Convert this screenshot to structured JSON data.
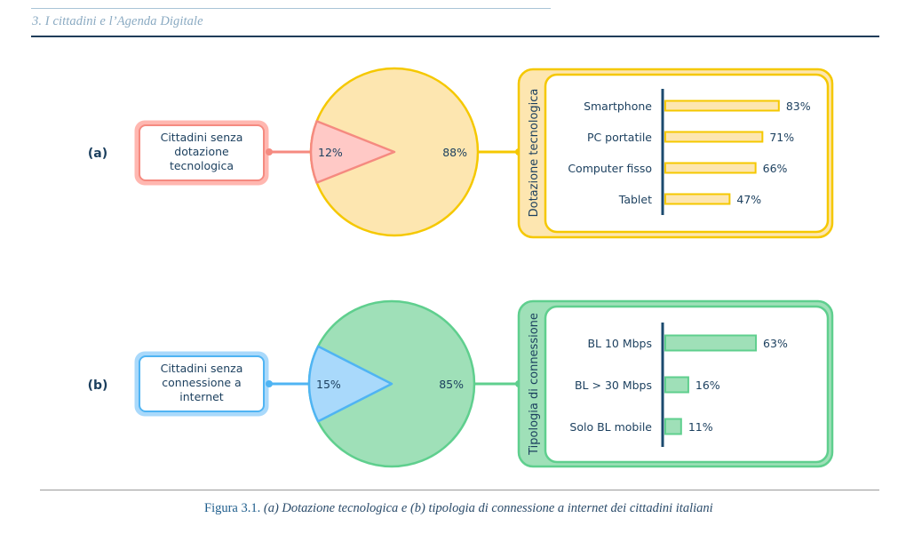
{
  "header": {
    "section_title": "3. I cittadini e l’Agenda Digitale"
  },
  "caption": {
    "label": "Figura 3.1.",
    "text": "(a) Dotazione tecnologica e (b) tipologia di connessione a internet dei cittadini italiani"
  },
  "colors": {
    "text_dark": "#1b3f5e",
    "axis": "#1b4a6e",
    "a_accent": "#f5c800",
    "a_fill": "#fde6b0",
    "a_small_border": "#f58a80",
    "a_small_fill": "#ffc9c6",
    "b_accent": "#5fcf8e",
    "b_fill": "#9fe0b8",
    "b_small_border": "#4fb4f3",
    "b_small_fill": "#a9d9fb"
  },
  "chart_data": [
    {
      "id": "a",
      "panel_label": "(a)",
      "type": "pie",
      "title": "",
      "callout_label": "Cittadini senza dotazione tecnologica",
      "callout_lines": [
        "Cittadini senza",
        "dotazione",
        "tecnologica"
      ],
      "slices": [
        {
          "name": "Cittadini senza dotazione tecnologica",
          "value": 12,
          "label": "12%"
        },
        {
          "name": "Dotazione tecnologica",
          "value": 88,
          "label": "88%"
        }
      ],
      "breakdown": {
        "type": "bar",
        "orientation": "horizontal",
        "title": "Dotazione tecnologica",
        "categories": [
          "Smartphone",
          "PC portatile",
          "Computer fisso",
          "Tablet"
        ],
        "values": [
          83,
          71,
          66,
          47
        ],
        "value_labels": [
          "83%",
          "71%",
          "66%",
          "47%"
        ],
        "unit": "%",
        "xlim": [
          0,
          100
        ]
      }
    },
    {
      "id": "b",
      "panel_label": "(b)",
      "type": "pie",
      "title": "",
      "callout_label": "Cittadini senza connessione a internet",
      "callout_lines": [
        "Cittadini senza",
        "connessione a",
        "internet"
      ],
      "slices": [
        {
          "name": "Cittadini senza connessione a internet",
          "value": 15,
          "label": "15%"
        },
        {
          "name": "Tipologia di connessione",
          "value": 85,
          "label": "85%"
        }
      ],
      "breakdown": {
        "type": "bar",
        "orientation": "horizontal",
        "title": "Tipologia di connessione",
        "categories": [
          "BL 10 Mbps",
          "BL > 30 Mbps",
          "Solo BL mobile"
        ],
        "values": [
          63,
          16,
          11
        ],
        "value_labels": [
          "63%",
          "16%",
          "11%"
        ],
        "unit": "%",
        "xlim": [
          0,
          100
        ]
      }
    }
  ]
}
